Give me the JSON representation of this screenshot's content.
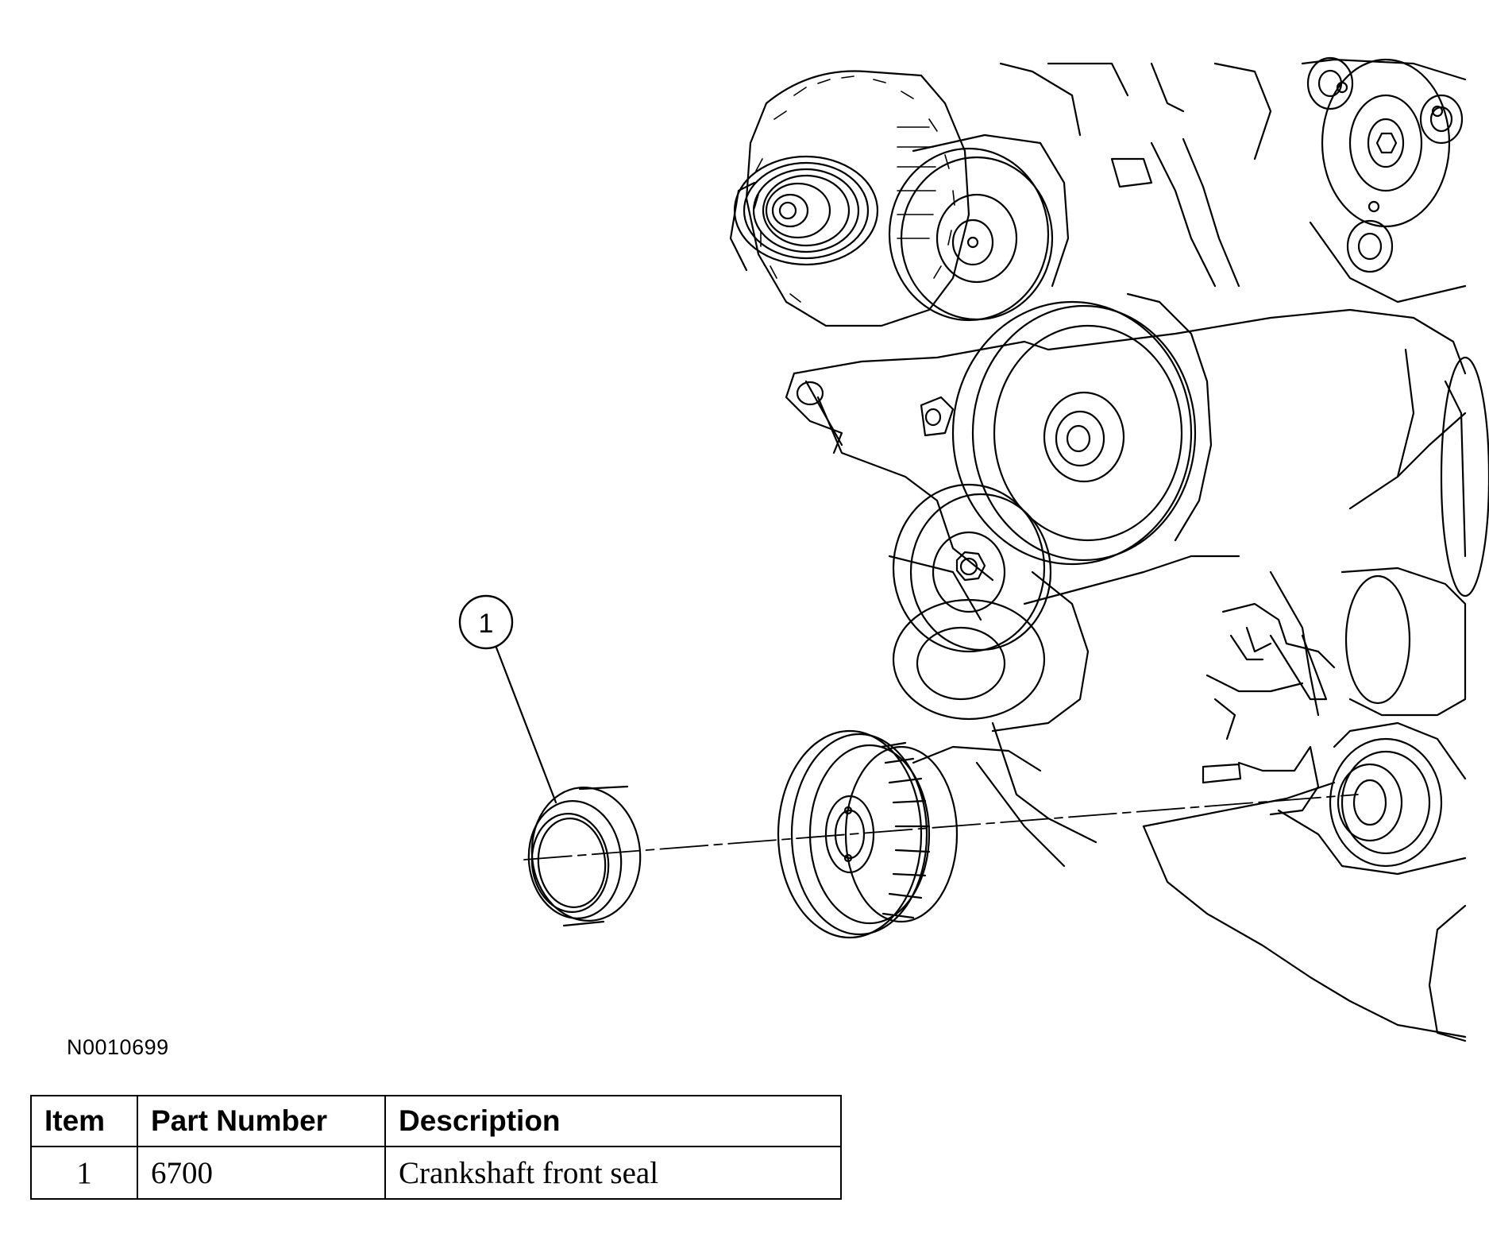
{
  "callouts": [
    {
      "number": "1"
    }
  ],
  "figure_id": "N0010699",
  "table": {
    "headers": [
      "Item",
      "Part Number",
      "Description"
    ],
    "rows": [
      {
        "item": "1",
        "part_number": "6700",
        "description": "Crankshaft front seal"
      }
    ]
  }
}
